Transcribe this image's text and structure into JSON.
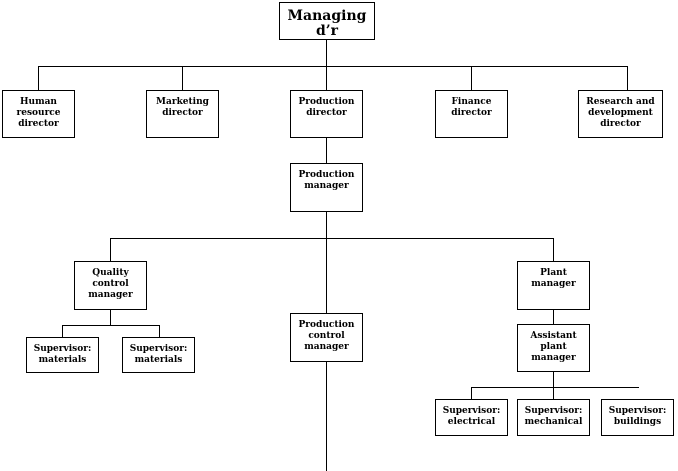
{
  "chart": {
    "managing": "Managing\nd’r",
    "human_resource": "Human\nresource\ndirector",
    "marketing": "Marketing\ndirector",
    "production_director": "Production\ndirector",
    "finance": "Finance\ndirector",
    "research": "Research and\ndevelopment\ndirector",
    "production_manager": "Production\nmanager",
    "quality_control": "Quality\ncontrol\nmanager",
    "plant_manager": "Plant\nmanager",
    "production_control": "Production\ncontrol\nmanager",
    "supervisor_materials_1": "Supervisor:\nmaterials",
    "supervisor_materials_2": "Supervisor:\nmaterials",
    "assistant_plant": "Assistant\nplant\nmanager",
    "supervisor_electrical": "Supervisor:\nelectrical",
    "supervisor_mechanical": "Supervisor:\nmechanical",
    "supervisor_buildings": "Supervisor:\nbuildings"
  }
}
